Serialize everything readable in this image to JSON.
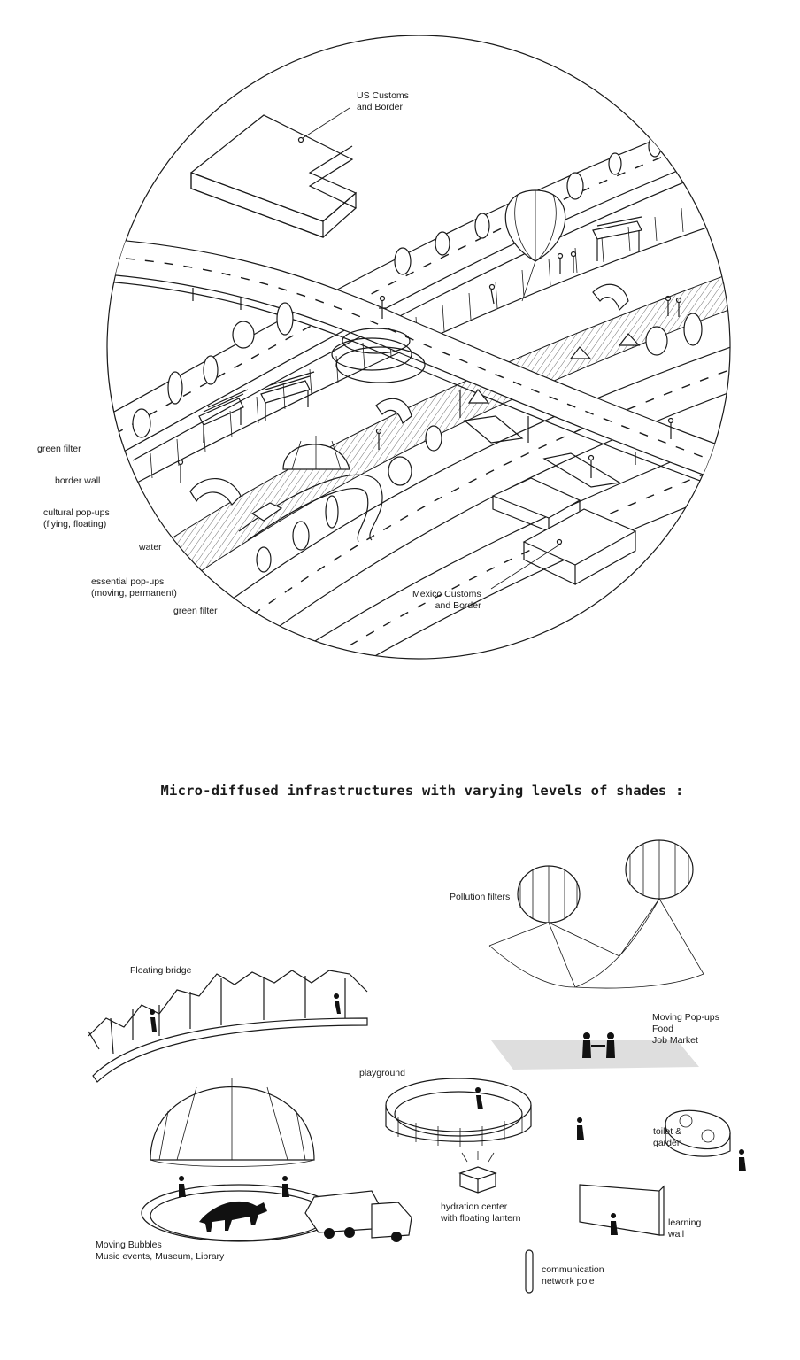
{
  "heading": "Micro-diffused infrastructures with varying levels of shades :",
  "map_labels": {
    "us_customs": "US Customs\nand Border",
    "mexico_customs": "Mexico Customs\nand Border"
  },
  "legend": [
    "green filter",
    "border wall",
    "cultural pop-ups\n(flying, floating)",
    "water",
    "essential pop-ups\n(moving, permanent)",
    "green filter"
  ],
  "infra_labels": {
    "pollution_filters": "Pollution filters",
    "floating_bridge": "Floating bridge",
    "moving_popups": "Moving Pop-ups\n    Food\n    Job Market",
    "playground": "playground",
    "toilet_garden": "toilet &\ngarden",
    "moving_bubbles": "Moving Bubbles\nMusic events, Museum, Library",
    "hydration_center": "hydration center\nwith floating lantern",
    "learning_wall": "learning\nwall",
    "communication_pole": "communication\nnetwork pole"
  }
}
